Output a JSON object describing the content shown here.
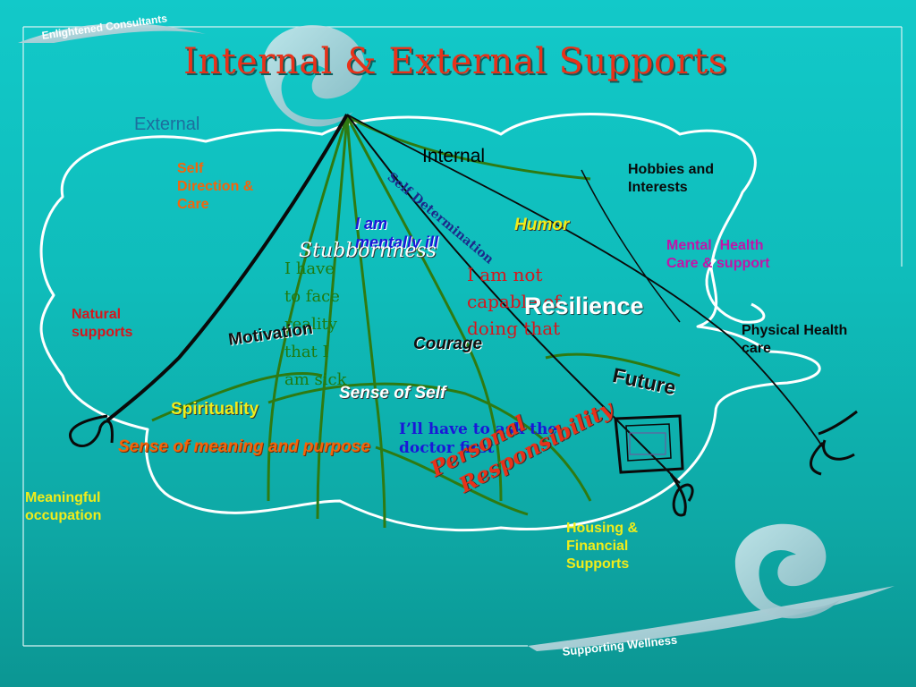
{
  "slide": {
    "title": "Internal & External Supports",
    "brand_top": "Enlightened Consultants",
    "brand_bottom": "Supporting Wellness",
    "external_label": "External",
    "internal_label": "Internal",
    "external_supports": {
      "self_direction": [
        "Self",
        "Direction &",
        "Care"
      ],
      "hobbies": [
        "Hobbies and",
        "Interests"
      ],
      "mental_health": [
        "Mental  Health",
        "Care & support"
      ],
      "natural": [
        "Natural",
        "supports"
      ],
      "physical": [
        "Physical Health",
        "care"
      ],
      "meaningful": [
        "Meaningful",
        "occupation"
      ],
      "housing": [
        "Housing &",
        "Financial",
        "Supports"
      ]
    },
    "internal_supports": {
      "self_determination": "Self Determination",
      "humor": "Humor",
      "i_am_mentally_ill": [
        "I am",
        "mentally ill"
      ],
      "stubbornness": "Stubbornness",
      "face_reality": [
        "I have",
        "to face",
        "reality",
        "that I",
        "am sick"
      ],
      "not_capable": [
        "I am not",
        "capable of",
        "doing that"
      ],
      "resilience": "Resilience",
      "motivation": "Motivation",
      "courage": "Courage",
      "future": "Future",
      "sense_of_self": "Sense of Self",
      "spirituality": "Spirituality",
      "ask_doctor": [
        "I’ll have to ask the",
        "doctor first"
      ],
      "personal_responsibility": [
        "Personal",
        "Responsibility"
      ],
      "meaning_purpose": "Sense of meaning and purpose"
    }
  },
  "colors": {
    "title": "#e8321a",
    "orange": "#f5640a",
    "red": "#d8151b",
    "purple": "#c214a8",
    "yellow": "#f0ec1a",
    "tent_green": "#2f7a12"
  }
}
